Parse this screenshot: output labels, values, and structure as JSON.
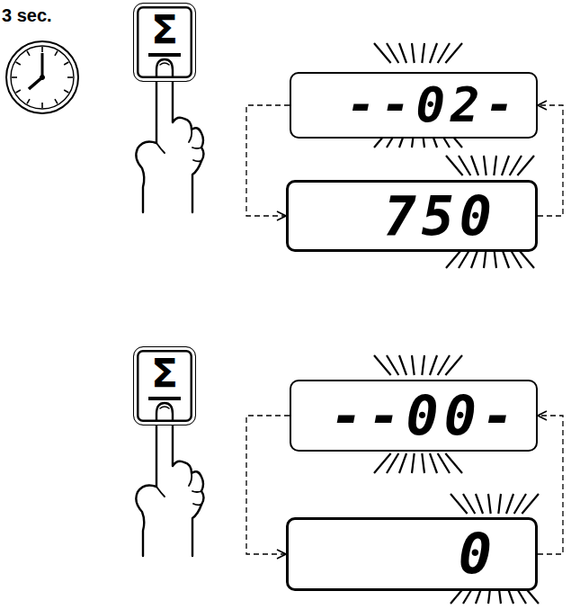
{
  "diagram": {
    "nodes": [
      {
        "text": [
          "Σ"
        ]
      },
      {
        "text": [
          "--02-"
        ]
      },
      {
        "text": [
          "750"
        ]
      },
      {
        "text": [
          "Σ"
        ]
      },
      {
        "text": [
          "--00-"
        ]
      },
      {
        "text": [
          "0"
        ]
      }
    ],
    "edges": [
      {
        "from": 1,
        "to": 2,
        "arrow": "to"
      },
      {
        "from": 2,
        "to": 1,
        "arrow": "to"
      },
      {
        "from": 4,
        "to": 5,
        "arrow": "to"
      },
      {
        "from": 5,
        "to": 4,
        "arrow": "to"
      }
    ],
    "labels": [
      "3 sec."
    ]
  }
}
